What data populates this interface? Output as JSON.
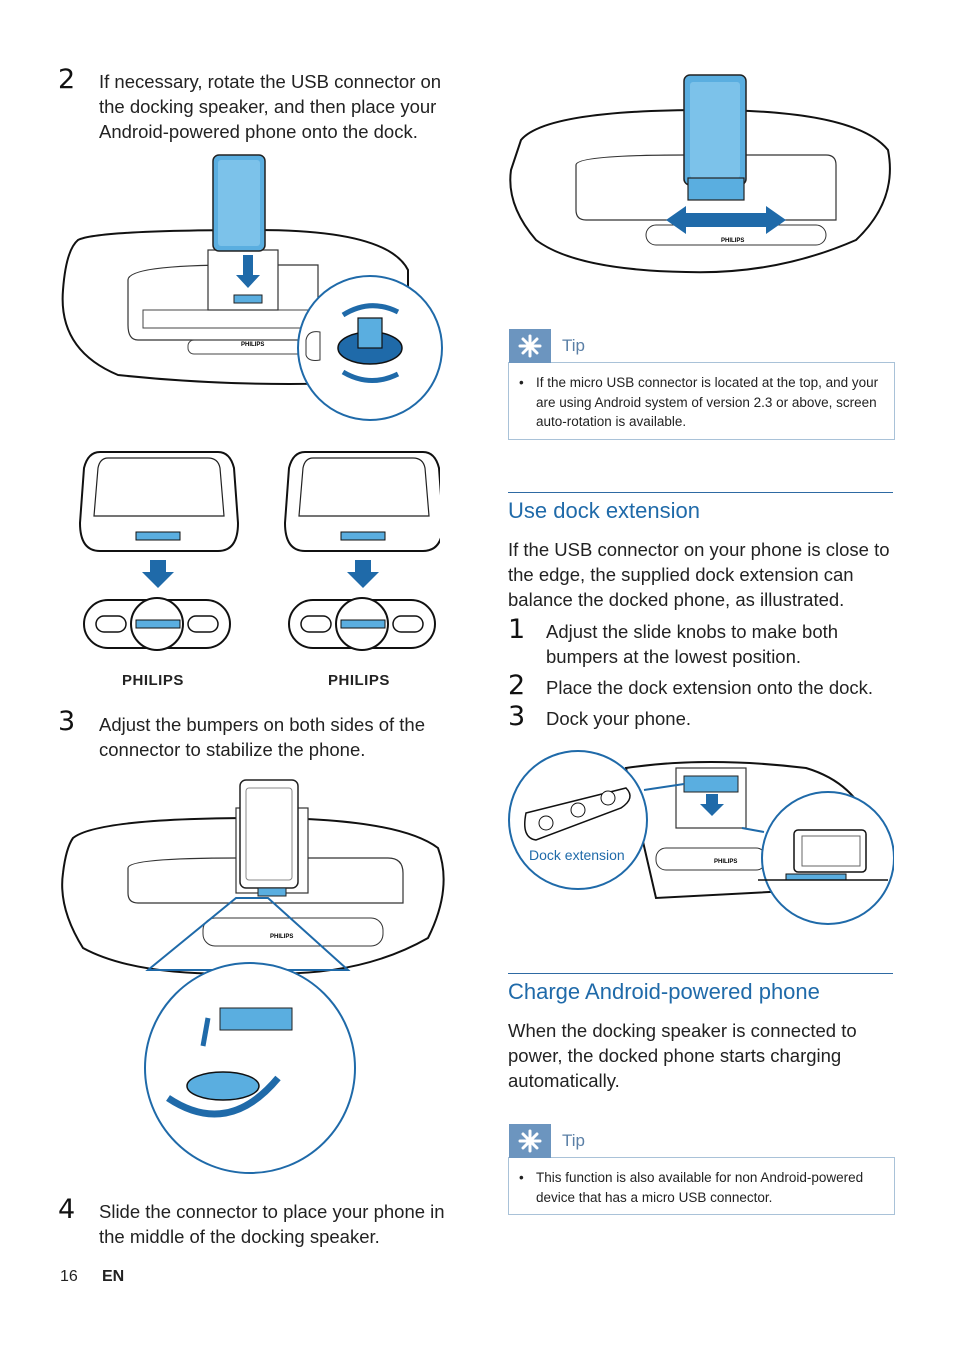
{
  "left_column": {
    "step2": {
      "number": "2",
      "text": "If necessary, rotate the USB connector on the docking speaker, and then place your Android-powered phone onto the dock."
    },
    "step3": {
      "number": "3",
      "text": "Adjust the bumpers on both sides of the connector to stabilize the phone."
    },
    "step4": {
      "number": "4",
      "text": "Slide the connector to place your phone in the middle of the docking speaker."
    },
    "brand_labels": [
      "PHILIPS",
      "PHILIPS"
    ],
    "speaker_brand": "PHILIPS"
  },
  "right_column": {
    "tip1": {
      "label": "Tip",
      "bullet": "•",
      "text": "If the micro USB connector is located at the top, and your are using Android system of version 2.3 or above, screen auto-rotation is available."
    },
    "section_dock": {
      "title": "Use dock extension",
      "intro": "If the USB connector on your phone is close to the edge, the supplied dock extension can balance the docked phone, as illustrated.",
      "steps": [
        {
          "number": "1",
          "text": "Adjust the slide knobs to make both bumpers at the lowest position."
        },
        {
          "number": "2",
          "text": "Place the dock extension onto the dock."
        },
        {
          "number": "3",
          "text": "Dock your phone."
        }
      ],
      "callout": "Dock extension"
    },
    "section_charge": {
      "title": "Charge Android-powered phone",
      "text": "When the docking speaker is connected to power, the docked phone starts charging automatically."
    },
    "tip2": {
      "label": "Tip",
      "bullet": "•",
      "text": "This function is also available for non Android-powered device that has a micro USB connector."
    }
  },
  "footer": {
    "page": "16",
    "lang": "EN"
  },
  "colors": {
    "accent_blue": "#1f6aa9",
    "phone_blue": "#5aaee0",
    "tip_icon": "#6c95bf",
    "tip_border": "#a9c2d8"
  }
}
